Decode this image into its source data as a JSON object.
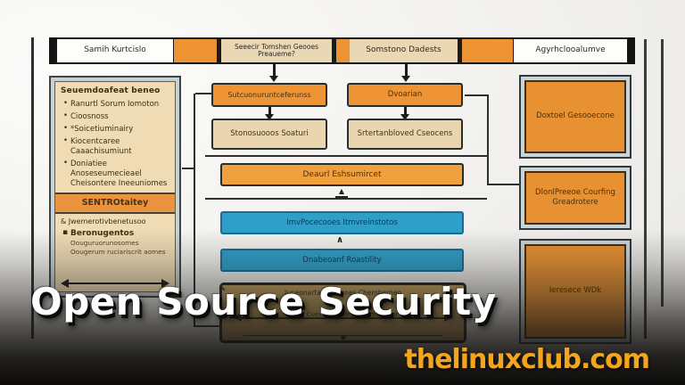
{
  "meta": {
    "title": "Open Source Security",
    "watermark": "thelinuxclub.com"
  },
  "header": {
    "cell_white_1": "Samih Kurtcislo",
    "cell_beige_1": "Seeecir Tomshen Geooes Preaueme?",
    "cell_beige_2": "Somstono Dadests",
    "cell_white_2": "Agyrhclooalumve"
  },
  "left_panel": {
    "title": "Seuemdoafeat beneo",
    "bullets": [
      "Ranurtl Sorum Iomoton",
      "Cioosnoss",
      "*Soicetiuminairy",
      "Kiocentcaree Caaachisumiunt",
      "Doniatiee Anoseseumecieael Cheisontere Ineeuniomes"
    ],
    "band": "SENTROtaitey",
    "amp_line": "& Jwemerotivbenetusoo",
    "bullet2": "Beronugentos",
    "bullet2_sub": "Oouguruorunosomes Oougerum ruciariscrit aomes"
  },
  "flow": {
    "box_a1": "Sutcuonuruntceferunss",
    "box_a2": "Stonosuooos Soaturi",
    "box_b1": "Dvoarian",
    "box_b2": "Srtertanbloved Cseocens",
    "wide_orange": "Deaurl Eshsumircet",
    "wide_blue_1": "ImvPocecooes Itmvreinstotos",
    "wide_blue_2": "Dnabeoanf Roastility",
    "tan_line_1": "Iupeonartan Inteanes Chemberneo",
    "tan_line_2": "coiee Cuextaet Sorepis Commineor"
  },
  "right_column": {
    "boxes": [
      "Doxtoel Gesooecone",
      "DlonlPreeoe Courfing Greadrotere",
      "Ieresece WDk"
    ]
  },
  "icons": {
    "up_arrow": "▲",
    "caret_up": "∧",
    "diag_arrow": "↖"
  },
  "colors": {
    "accent_orange": "#ED9435",
    "beige": "#EAD7B2",
    "blue": "#2F9FC9",
    "tan": "#C0A161",
    "panel_beige": "#EFDCB5",
    "watermark_orange": "#F3A51D",
    "background": "#F1F0EE"
  }
}
